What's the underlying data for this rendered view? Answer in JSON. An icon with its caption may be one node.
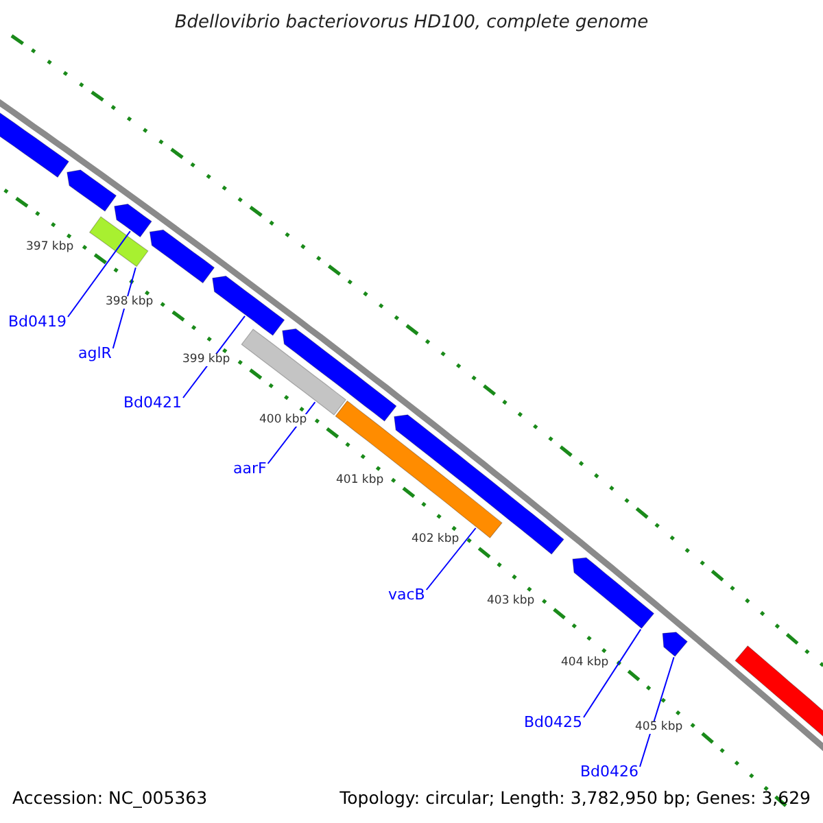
{
  "diagram": {
    "title": "Bdellovibrio bacteriovorus HD100, complete genome",
    "nodes": [
      {
        "text": [],
        "shape": "pentagon"
      },
      {
        "text": [],
        "shape": "pentagon"
      },
      {
        "text": [],
        "shape": "pentagon"
      },
      {
        "text": [],
        "shape": "bar"
      },
      {
        "text": [],
        "shape": "pentagon"
      },
      {
        "text": [],
        "shape": "pentagon"
      },
      {
        "text": [],
        "shape": "bar"
      },
      {
        "text": [],
        "shape": "pentagon"
      },
      {
        "text": [],
        "shape": "bar"
      },
      {
        "text": [],
        "shape": "pentagon"
      },
      {
        "text": [],
        "shape": "pentagon"
      },
      {
        "text": [],
        "shape": "pentagon"
      },
      {
        "text": [],
        "shape": "bar"
      },
      {
        "text": [
          "Bd0419"
        ]
      },
      {
        "text": [
          "aglR"
        ]
      },
      {
        "text": [
          "Bd0421"
        ]
      },
      {
        "text": [
          "aarF"
        ]
      },
      {
        "text": [
          "vacB"
        ]
      },
      {
        "text": [
          "Bd0425"
        ]
      },
      {
        "text": [
          "Bd0426"
        ]
      }
    ],
    "edges": [
      {
        "from": 13,
        "to": 2,
        "arrow": "none"
      },
      {
        "from": 14,
        "to": 3,
        "arrow": "none"
      },
      {
        "from": 15,
        "to": 5,
        "arrow": "none"
      },
      {
        "from": 16,
        "to": 6,
        "arrow": "none"
      },
      {
        "from": 17,
        "to": 8,
        "arrow": "none"
      },
      {
        "from": 18,
        "to": 10,
        "arrow": "none"
      },
      {
        "from": 19,
        "to": 11,
        "arrow": "none"
      }
    ],
    "labels": [
      "397 kbp",
      "398 kbp",
      "399 kbp",
      "400 kbp",
      "401 kbp",
      "402 kbp",
      "403 kbp",
      "404 kbp",
      "405 kbp",
      "Accession: NC_005363",
      "Topology: circular; Length: 3,782,950 bp; Genes: 3,629"
    ]
  }
}
